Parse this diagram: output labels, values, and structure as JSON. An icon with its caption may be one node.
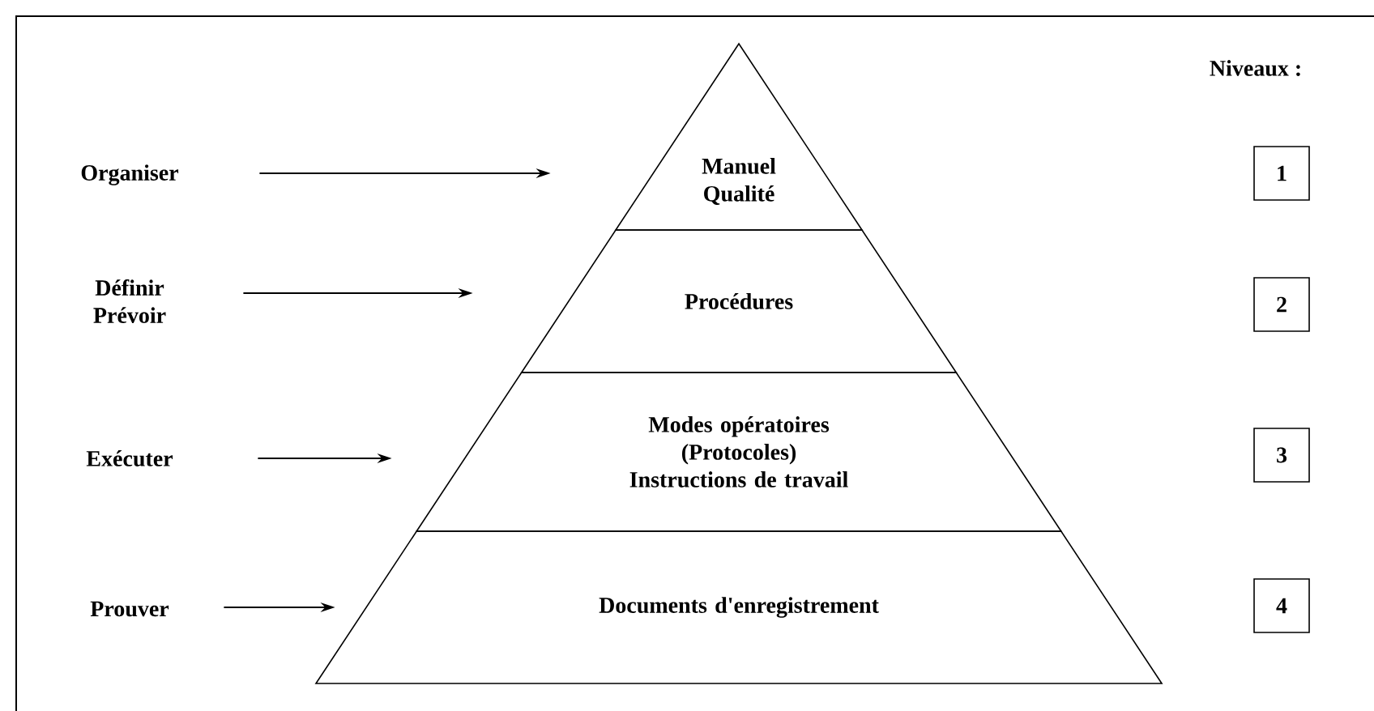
{
  "diagram": {
    "nodes": [
      {
        "text": [
          "Organiser"
        ]
      },
      {
        "text": [
          "Manuel Qualité"
        ]
      },
      {
        "text": [
          "1"
        ]
      },
      {
        "text": [
          "Définir Prévoir"
        ]
      },
      {
        "text": [
          "Procédures"
        ]
      },
      {
        "text": [
          "2"
        ]
      },
      {
        "text": [
          "Exécuter"
        ]
      },
      {
        "text": [
          "Modes opératoires (Protocoles) Instructions de travail"
        ]
      },
      {
        "text": [
          "3"
        ]
      },
      {
        "text": [
          "Prouver"
        ]
      },
      {
        "text": [
          "Documents d'enregistrement"
        ]
      },
      {
        "text": [
          "4"
        ]
      }
    ],
    "edges": [
      {
        "from": 0,
        "to": 1,
        "arrow": "to"
      },
      {
        "from": 3,
        "to": 4,
        "arrow": "to"
      },
      {
        "from": 6,
        "to": 7,
        "arrow": "to"
      },
      {
        "from": 9,
        "to": 10,
        "arrow": "to"
      }
    ],
    "labels": [
      "Niveaux :"
    ]
  }
}
